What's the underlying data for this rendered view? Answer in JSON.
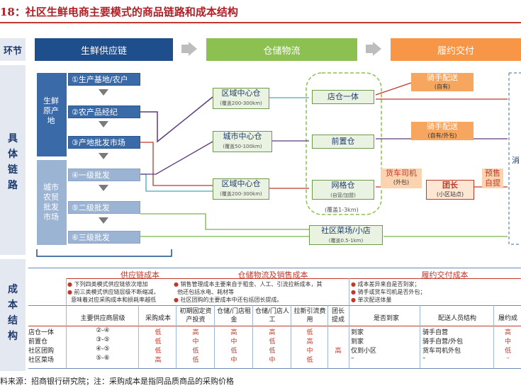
{
  "title": "18：社区生鲜电商主要模式的商品链路和成本结构",
  "headers": {
    "section": "环节",
    "supply": "生鲜供应链",
    "warehouse": "仓储物流",
    "fulfill": "履约交付"
  },
  "side_label_top": "具体链路",
  "side_label_bottom": "成本结构",
  "supply": {
    "group_top": "生鲜原产地",
    "group_bottom": "城市农贸批发市场",
    "steps": [
      "①生产基地/农户",
      "②农产品经纪",
      "③产地批发市场",
      "④一级批发",
      "⑤二级批发",
      "⑥三级批发"
    ]
  },
  "warehouse": [
    {
      "name": "区域中心仓",
      "sub": "(覆盖200-300km)"
    },
    {
      "name": "城市中心仓",
      "sub": "(覆盖50-100km)"
    },
    {
      "name": "区域中心仓",
      "sub": "(覆盖200-300km)"
    }
  ],
  "front": [
    {
      "name": "店仓一体",
      "sub": ""
    },
    {
      "name": "前置仓",
      "sub": ""
    },
    {
      "name": "网格仓",
      "sub": "(自营/加盟)"
    }
  ],
  "front_cover": "(覆盖1-3km)",
  "community_store": {
    "name": "社区菜场/小店",
    "sub": "(覆盖0.5-1km)"
  },
  "fulfill": {
    "rider1": {
      "name": "骑手配送",
      "sub": "(自有)"
    },
    "rider2": {
      "name": "骑手配送",
      "sub": "(自有/外包)"
    },
    "truck": {
      "name": "货车司机",
      "sub": "(外包)"
    },
    "leader": {
      "name": "团长",
      "sub": "(小区站点)"
    },
    "presale": "预售自提",
    "consumer": "消"
  },
  "cost": {
    "supply_header": "供应链成本",
    "wh_header": "仓储物流及销售成本",
    "ff_header": "履约交付成本",
    "supply_notes": [
      "下列四类模式供应链依次增加",
      "前三类模式供应链层级不断缩减，",
      "意味着对应采购成本和损耗率越低"
    ],
    "wh_notes": [
      "销售管理成本主要来自于租金、人工、引流拉新成本，其",
      "他还包括水电、耗材等",
      "社区团购的主要成本中还包括团长提成。"
    ],
    "ff_notes": [
      "成本差异来自是否到家；",
      "骑手或货车司机是否外包；",
      "单次配送体量"
    ],
    "columns": [
      "主要供应商层级",
      "采购成本",
      "初期固定资产投资",
      "仓储/门店租金",
      "仓储/门店人工",
      "拉新引流费用",
      "团长提成",
      "是否到家",
      "配送人员结构",
      "履约成"
    ],
    "rows": [
      {
        "name": "店仓一体",
        "level": "②-④",
        "purchase": "低",
        "invest": "高",
        "rent": "高",
        "labor": "高",
        "acq": "低",
        "comm": "",
        "home": "到家",
        "staff": "骑手自营",
        "ff": "高"
      },
      {
        "name": "前置仓",
        "level": "③-⑤",
        "purchase": "低",
        "invest": "中",
        "rent": "中",
        "labor": "低",
        "acq": "高",
        "comm": "",
        "home": "到家",
        "staff": "骑手自营/外包",
        "ff": "中"
      },
      {
        "name": "社区团购",
        "level": "④-⑤",
        "purchase": "低",
        "invest": "低",
        "rent": "低",
        "labor": "低",
        "acq": "中",
        "comm": "高",
        "home": "仅到小区",
        "staff": "货车司机外包",
        "ff": "低"
      },
      {
        "name": "社区菜场",
        "level": "⑤-⑥",
        "purchase": "高",
        "invest": "低",
        "rent": "中",
        "labor": "中",
        "acq": "低",
        "comm": "",
        "home": "–",
        "staff": "–",
        "ff": "–"
      }
    ]
  },
  "source": "料来源：招商银行研究院；注：采购成本是指同品质商品的采购价格",
  "colors": {
    "title": "#b11f24",
    "supply": "#1f4e8c",
    "warehouse": "#8cc152",
    "fulfill": "#f79646",
    "link_purple": "#5b3a7c",
    "link_red": "#c0392b",
    "link_teal": "#4aa6b8",
    "link_green": "#7cb34c"
  }
}
